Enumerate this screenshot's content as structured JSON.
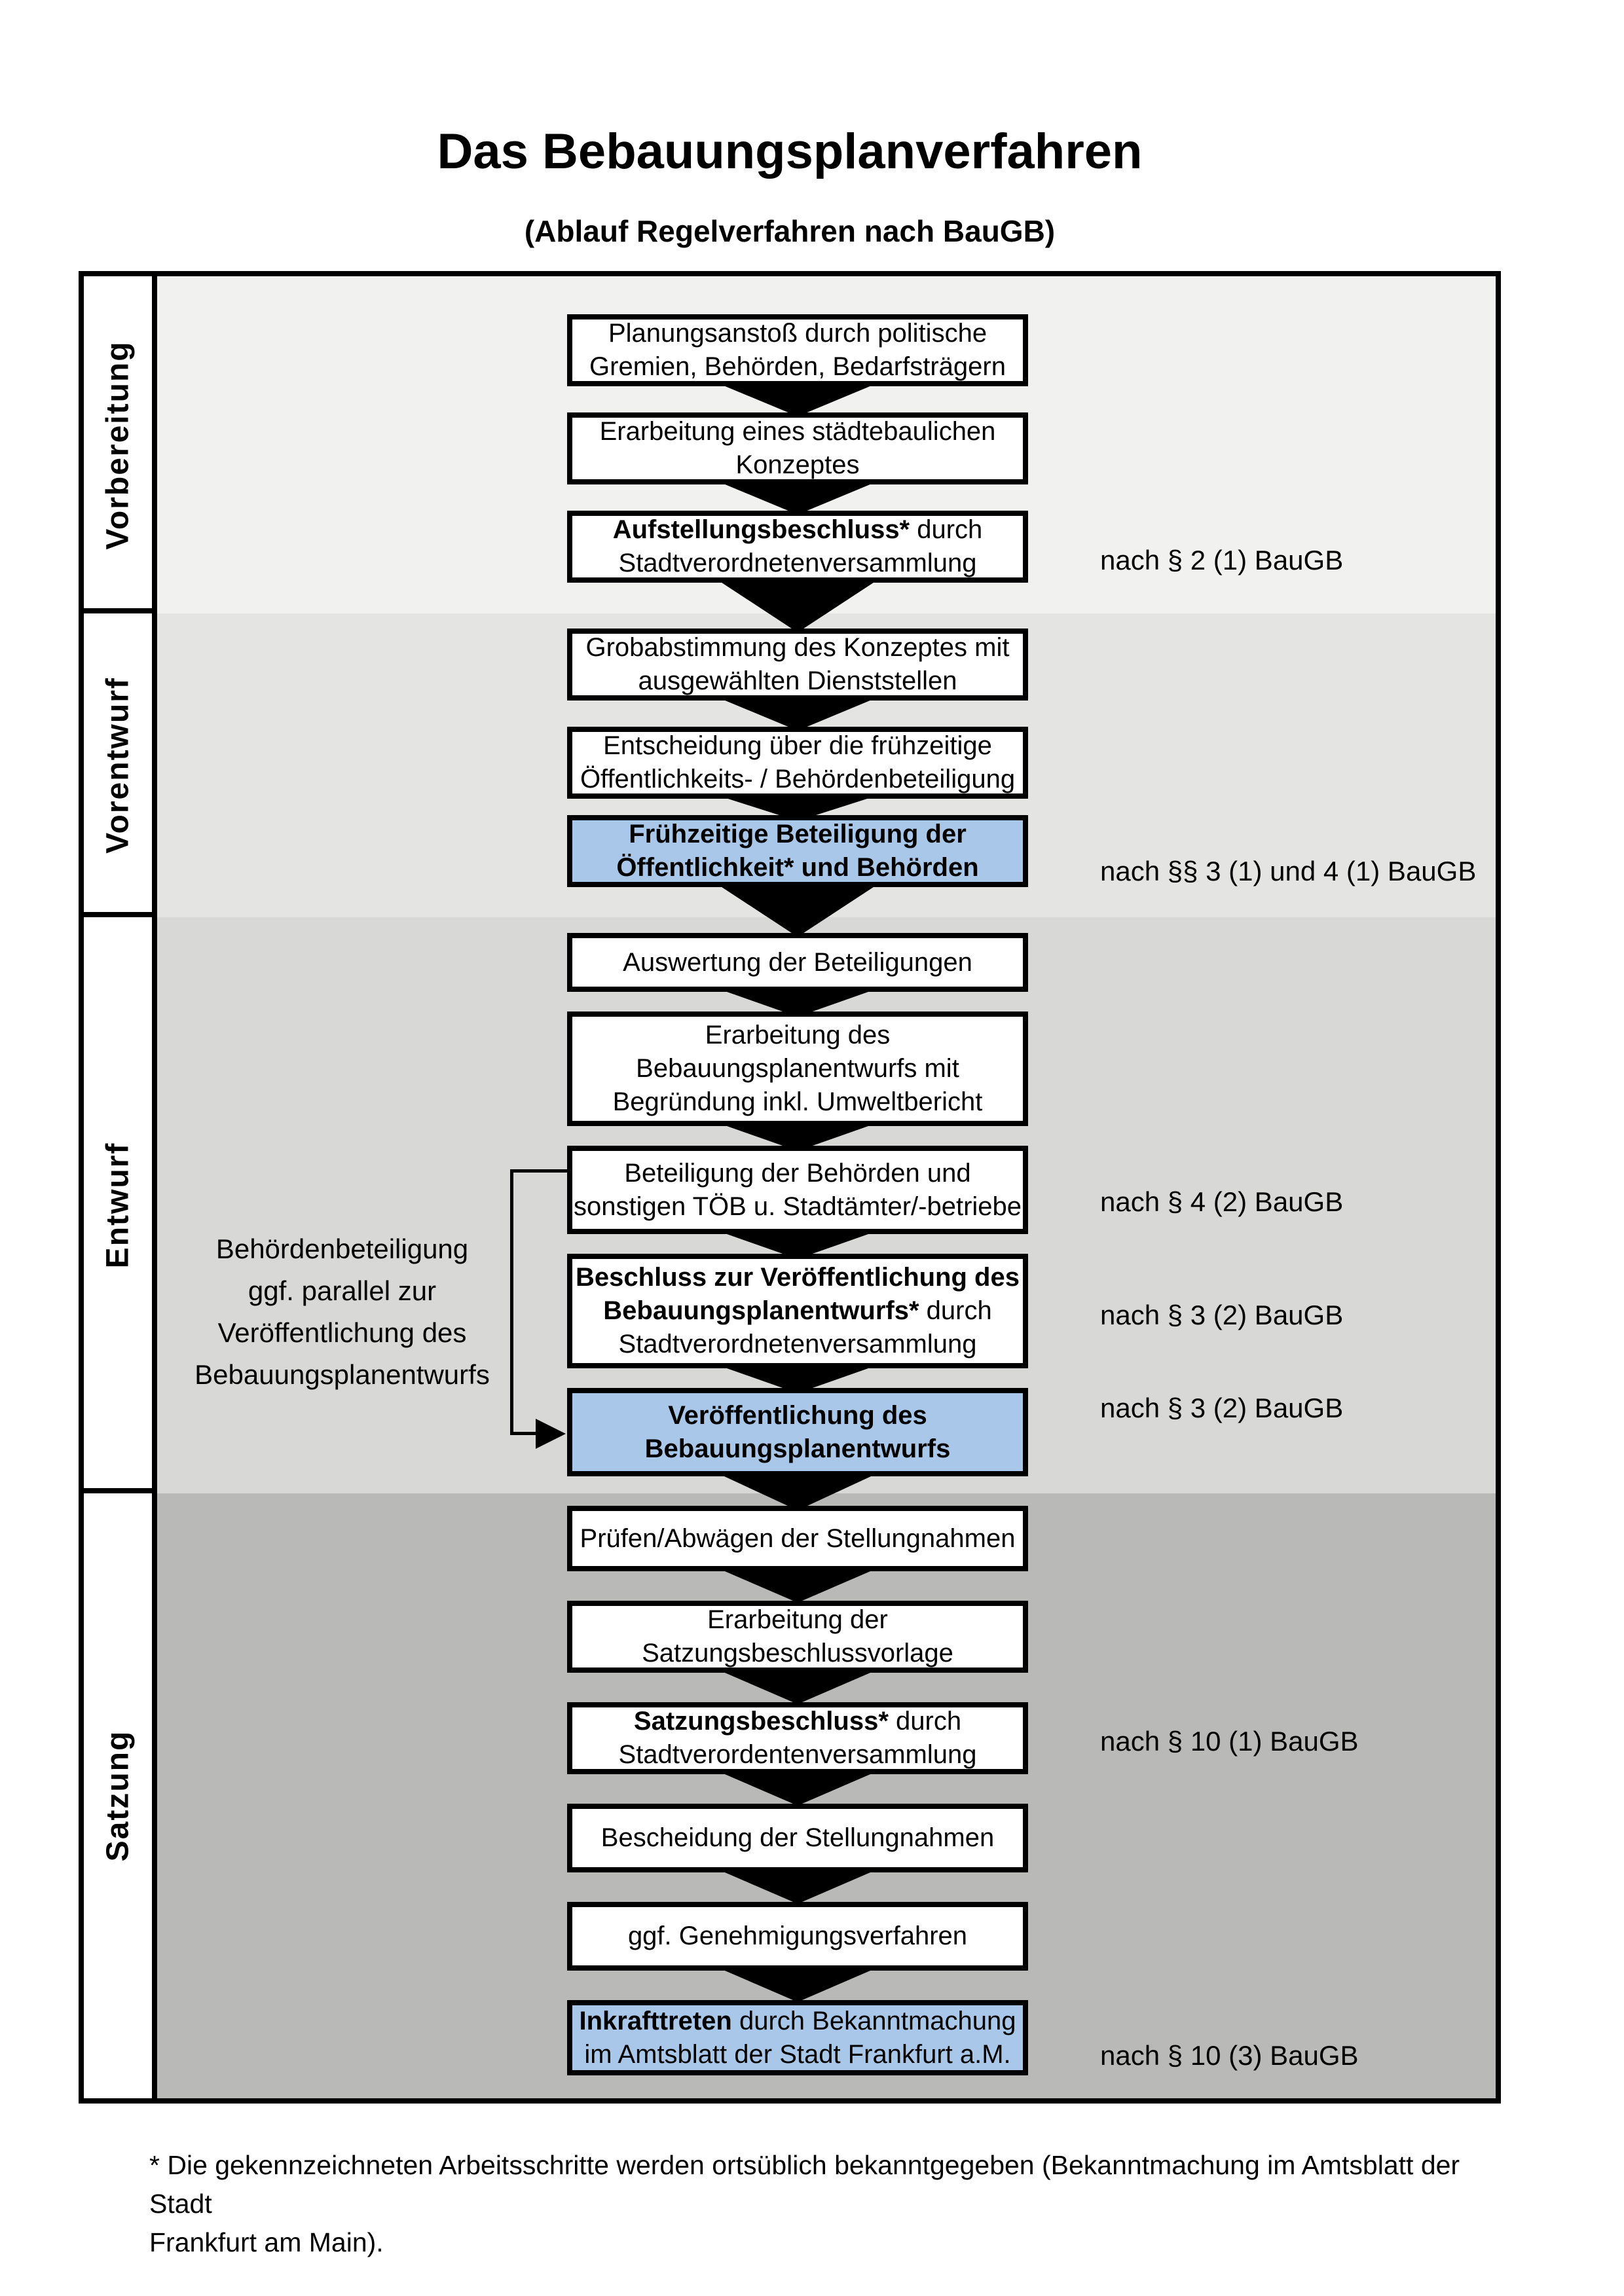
{
  "title": "Das Bebauungsplanverfahren",
  "subtitle": "(Ablauf Regelverfahren nach BauGB)",
  "colors": {
    "phase1": "#f1f1f0",
    "phase2": "#e4e4e3",
    "phase3": "#d8d8d7",
    "phase4": "#b9b9b8",
    "highlight": "#a9c7e8",
    "line": "#000000"
  },
  "phases": [
    {
      "label": "Vorbereitung"
    },
    {
      "label": "Vorentwurf"
    },
    {
      "label": "Entwurf"
    },
    {
      "label": "Satzung"
    }
  ],
  "boxes": {
    "b1": {
      "l1": "Planungsanstoß durch politische",
      "l2": "Gremien, Behörden, Bedarfsträgern"
    },
    "b2": {
      "l1": "Erarbeitung eines städtebaulichen",
      "l2": "Konzeptes"
    },
    "b3": {
      "l1_bold": "Aufstellungsbeschluss*",
      "l1_rest": " durch",
      "l2": "Stadtverordnetenversammlung"
    },
    "b4": {
      "l1": "Grobabstimmung des Konzeptes mit",
      "l2": "ausgewählten Dienststellen"
    },
    "b5": {
      "l1": "Entscheidung über die frühzeitige",
      "l2": "Öffentlichkeits- / Behördenbeteiligung"
    },
    "b6": {
      "l1": "Frühzeitige Beteiligung der",
      "l2": "Öffentlichkeit* und Behörden"
    },
    "b7": {
      "l1": "Auswertung der Beteiligungen"
    },
    "b8": {
      "l1": "Erarbeitung des",
      "l2": "Bebauungsplanentwurfs mit",
      "l3": "Begründung inkl. Umweltbericht"
    },
    "b9": {
      "l1": "Beteiligung der Behörden und",
      "l2": "sonstigen TÖB u. Stadtämter/-betriebe"
    },
    "b10": {
      "l1_bold": "Beschluss zur Veröffentlichung des",
      "l2_bold": "Bebauungsplanentwurfs*",
      "l2_rest": " durch",
      "l3": "Stadtverordnetenversammlung"
    },
    "b11": {
      "l1": "Veröffentlichung des",
      "l2": "Bebauungsplanentwurfs"
    },
    "b12": {
      "l1": "Prüfen/Abwägen der Stellungnahmen"
    },
    "b13": {
      "l1": "Erarbeitung der",
      "l2": "Satzungsbeschlussvorlage"
    },
    "b14": {
      "l1_bold": "Satzungsbeschluss*",
      "l1_rest": " durch",
      "l2": "Stadtverordentenversammlung"
    },
    "b15": {
      "l1": "Bescheidung der Stellungnahmen"
    },
    "b16": {
      "l1": "ggf. Genehmigungsverfahren"
    },
    "b17": {
      "l1_bold": "Inkrafttreten",
      "l1_rest": " durch Bekanntmachung",
      "l2": "im Amtsblatt der Stadt Frankfurt a.M."
    }
  },
  "refs": {
    "r1": "nach § 2 (1) BauGB",
    "r2": "nach §§ 3 (1) und 4 (1) BauGB",
    "r3": "nach § 4 (2) BauGB",
    "r4": "nach § 3 (2) BauGB",
    "r5": "nach § 3 (2) BauGB",
    "r6": "nach § 10 (1) BauGB",
    "r7": "nach § 10 (3) BauGB"
  },
  "side_note": {
    "l1": "Behördenbeteiligung",
    "l2": "ggf. parallel zur",
    "l3": "Veröffentlichung des",
    "l4": "Bebauungsplanentwurfs"
  },
  "footnote": {
    "l1": "* Die gekennzeichneten Arbeitsschritte werden ortsüblich bekanntgegeben (Bekanntmachung im Amtsblatt  der Stadt",
    "l2": "Frankfurt am Main)."
  }
}
